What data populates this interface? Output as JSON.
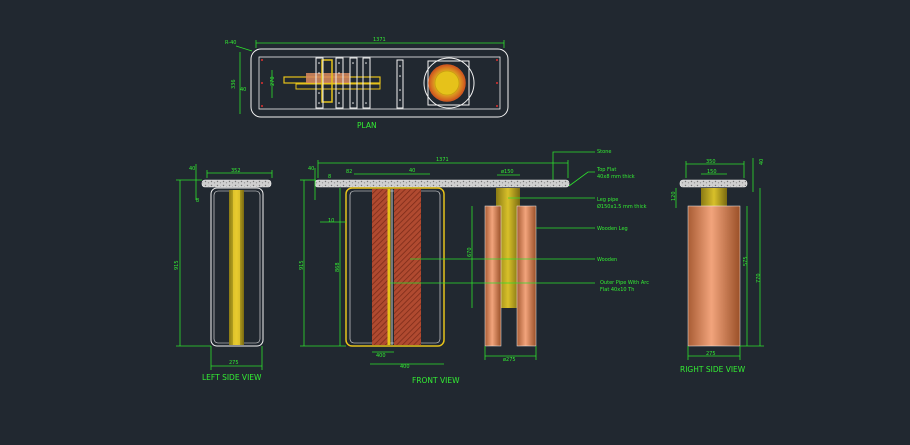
{
  "views": {
    "plan": {
      "title": "PLAN",
      "dim_length": "1371",
      "dim_radius": "R-40",
      "dim_width": "336",
      "dim_a": "40",
      "dim_b": "270"
    },
    "left": {
      "title": "LEFT SIDE VIEW",
      "dim_top": "352",
      "dim_thk": "40",
      "dim_gap": "8",
      "dim_height": "915",
      "dim_base": "275"
    },
    "front": {
      "title": "FRONT  VIEW",
      "dim_length": "1371",
      "dim_thk": "40",
      "dim_a": "8",
      "dim_b": "82",
      "dim_c": "40",
      "dim_pipe": "ø150",
      "dim_height": "915",
      "dim_frame": "868",
      "dim_10": "10",
      "dim_inner": "400",
      "dim_outer": "400",
      "dim_leg_h": "670",
      "dim_leg_w": "ø275"
    },
    "right": {
      "title": "RIGHT SIDE  VIEW",
      "dim_top": "350",
      "dim_pipe": "150",
      "dim_thk": "40",
      "dim_a": "120",
      "dim_leg_h": "575",
      "dim_total": "770",
      "dim_base": "275"
    }
  },
  "callouts": {
    "stone": "Stone",
    "top_flat_1": "Top Flat",
    "top_flat_2": "40x8 mm thick",
    "leg_pipe_1": "Leg pipe",
    "leg_pipe_2": "Ø150x1.5 mm thick",
    "wooden_leg": "Wooden Leg",
    "wooden": "Wooden",
    "outer_pipe_1": "Outer Pipe With Arc",
    "outer_pipe_2": "Flat 40x10 Th"
  },
  "colors": {
    "background": "#212830",
    "dimension_green": "#2de02d",
    "outline_white": "#f2f2f2",
    "brass_yellow": "#e6c21a",
    "copper": "#d98a5e",
    "wood_red": "#b8442a"
  }
}
